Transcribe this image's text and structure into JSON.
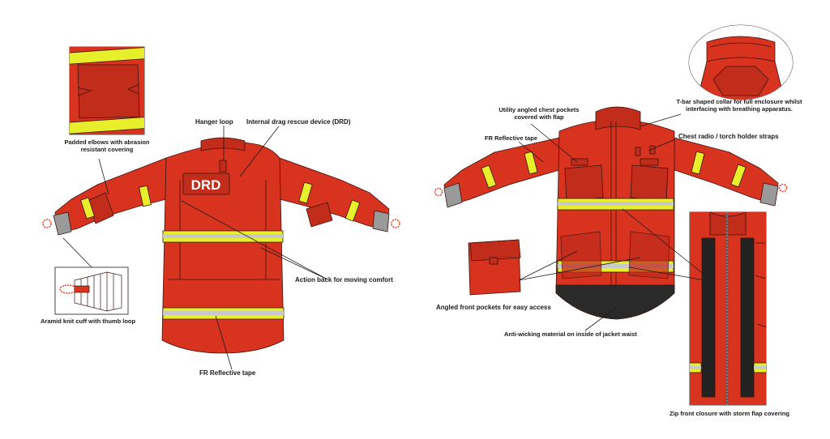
{
  "colors": {
    "jacket_red": "#d8331f",
    "jacket_dark": "#a92618",
    "outline": "#3a1410",
    "tape_yellow": "#e6ef2a",
    "tape_silver": "#c9c9c9",
    "knit_grey": "#9a9a9a",
    "waist_black": "#2a2a2a",
    "loop_red": "#e24a2f"
  },
  "icons": [
    "padded-elbow-detail",
    "knit-cuff-detail",
    "collar-detail",
    "angled-pocket-detail",
    "zip-storm-flap-detail"
  ],
  "back_view": {
    "patch_text": "DRD",
    "labels": {
      "padded_elbows": [
        "Padded elbows with abrasion",
        "resistant covering"
      ],
      "hanger_loop": "Hanger loop",
      "drd": "Internal drag rescue device (DRD)",
      "action_back": "Action back for moving comfort",
      "knit_cuff": "Aramid knit cuff with thumb loop",
      "fr_tape": "FR Reflective tape"
    }
  },
  "front_view": {
    "labels": {
      "collar": [
        "T-bar shaped collar for full enclosure whilst",
        "interfacing with breathing apparatus."
      ],
      "chest_pockets": [
        "Utility angled chest pockets",
        "covered with flap"
      ],
      "fr_tape": "FR Reflective tape",
      "radio_straps": "Chest radio / torch holder straps",
      "front_pockets": "Angled front pockets for easy access",
      "anti_wicking": "Anti-wicking material on inside of jacket waist",
      "zip_front": "Zip front closure with storm flap covering"
    }
  }
}
